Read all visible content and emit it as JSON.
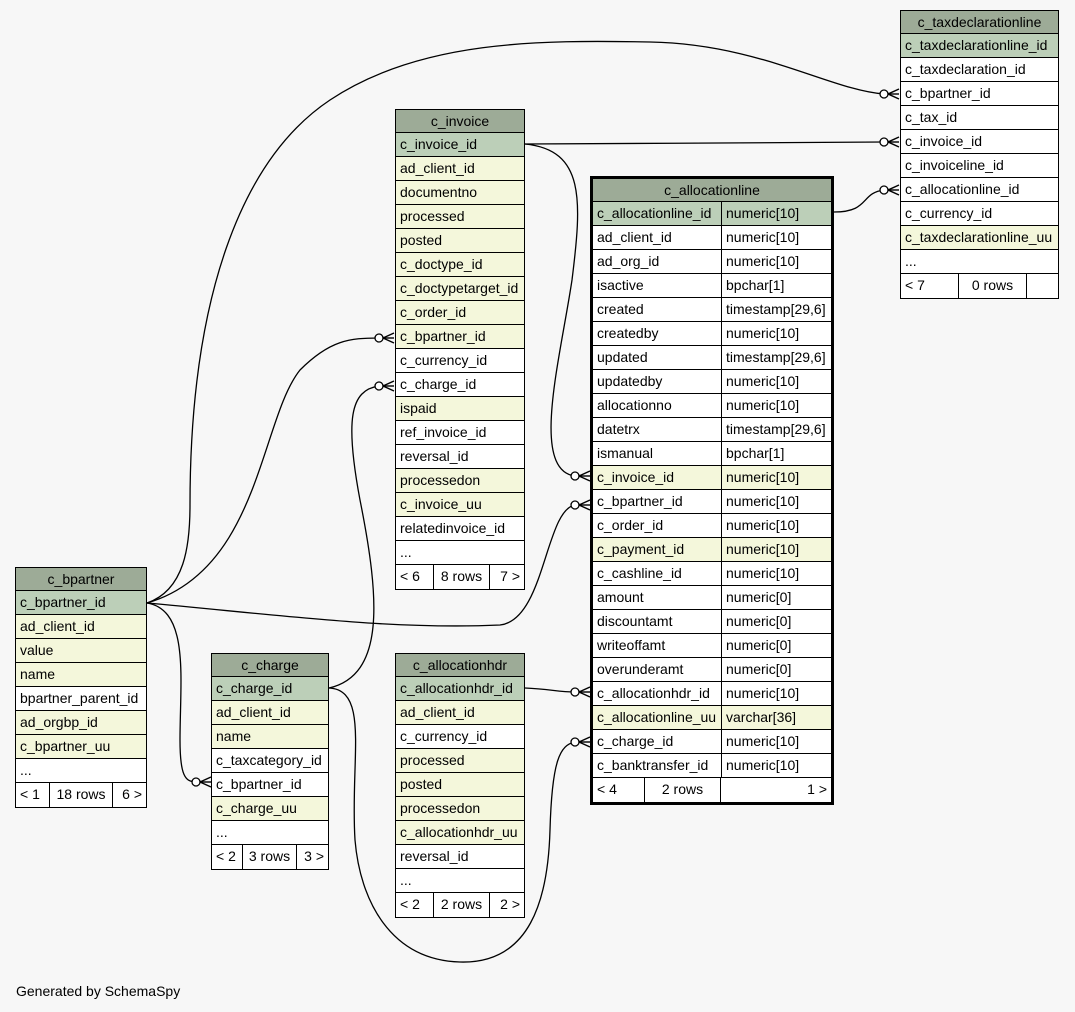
{
  "credit": "Generated by SchemaSpy",
  "tables": [
    {
      "key": "c_taxdeclarationline",
      "name": "c_taxdeclarationline",
      "columns": [
        {
          "name": "c_taxdeclarationline_id",
          "kind": "pk"
        },
        {
          "name": "c_taxdeclaration_id",
          "kind": "plain"
        },
        {
          "name": "c_bpartner_id",
          "kind": "plain"
        },
        {
          "name": "c_tax_id",
          "kind": "plain"
        },
        {
          "name": "c_invoice_id",
          "kind": "plain"
        },
        {
          "name": "c_invoiceline_id",
          "kind": "plain"
        },
        {
          "name": "c_allocationline_id",
          "kind": "plain"
        },
        {
          "name": "c_currency_id",
          "kind": "plain"
        },
        {
          "name": "c_taxdeclarationline_uu",
          "kind": "fk"
        },
        {
          "name": "...",
          "kind": "plain"
        }
      ],
      "footer": [
        "< 7",
        "0 rows",
        ""
      ]
    },
    {
      "key": "c_invoice",
      "name": "c_invoice",
      "columns": [
        {
          "name": "c_invoice_id",
          "kind": "pk"
        },
        {
          "name": "ad_client_id",
          "kind": "fk"
        },
        {
          "name": "documentno",
          "kind": "fk"
        },
        {
          "name": "processed",
          "kind": "fk"
        },
        {
          "name": "posted",
          "kind": "fk"
        },
        {
          "name": "c_doctype_id",
          "kind": "fk"
        },
        {
          "name": "c_doctypetarget_id",
          "kind": "fk"
        },
        {
          "name": "c_order_id",
          "kind": "fk"
        },
        {
          "name": "c_bpartner_id",
          "kind": "fk"
        },
        {
          "name": "c_currency_id",
          "kind": "plain"
        },
        {
          "name": "c_charge_id",
          "kind": "plain"
        },
        {
          "name": "ispaid",
          "kind": "fk"
        },
        {
          "name": "ref_invoice_id",
          "kind": "plain"
        },
        {
          "name": "reversal_id",
          "kind": "plain"
        },
        {
          "name": "processedon",
          "kind": "fk"
        },
        {
          "name": "c_invoice_uu",
          "kind": "fk"
        },
        {
          "name": "relatedinvoice_id",
          "kind": "plain"
        },
        {
          "name": "...",
          "kind": "plain"
        }
      ],
      "footer": [
        "< 6",
        "8 rows",
        "7 >"
      ]
    },
    {
      "key": "c_allocationline",
      "name": "c_allocationline",
      "columns": [
        {
          "name": "c_allocationline_id",
          "type": "numeric[10]",
          "kind": "pk"
        },
        {
          "name": "ad_client_id",
          "type": "numeric[10]",
          "kind": "plain"
        },
        {
          "name": "ad_org_id",
          "type": "numeric[10]",
          "kind": "plain"
        },
        {
          "name": "isactive",
          "type": "bpchar[1]",
          "kind": "plain"
        },
        {
          "name": "created",
          "type": "timestamp[29,6]",
          "kind": "plain"
        },
        {
          "name": "createdby",
          "type": "numeric[10]",
          "kind": "plain"
        },
        {
          "name": "updated",
          "type": "timestamp[29,6]",
          "kind": "plain"
        },
        {
          "name": "updatedby",
          "type": "numeric[10]",
          "kind": "plain"
        },
        {
          "name": "allocationno",
          "type": "numeric[10]",
          "kind": "plain"
        },
        {
          "name": "datetrx",
          "type": "timestamp[29,6]",
          "kind": "plain"
        },
        {
          "name": "ismanual",
          "type": "bpchar[1]",
          "kind": "plain"
        },
        {
          "name": "c_invoice_id",
          "type": "numeric[10]",
          "kind": "fk"
        },
        {
          "name": "c_bpartner_id",
          "type": "numeric[10]",
          "kind": "plain"
        },
        {
          "name": "c_order_id",
          "type": "numeric[10]",
          "kind": "plain"
        },
        {
          "name": "c_payment_id",
          "type": "numeric[10]",
          "kind": "fk"
        },
        {
          "name": "c_cashline_id",
          "type": "numeric[10]",
          "kind": "plain"
        },
        {
          "name": "amount",
          "type": "numeric[0]",
          "kind": "plain"
        },
        {
          "name": "discountamt",
          "type": "numeric[0]",
          "kind": "plain"
        },
        {
          "name": "writeoffamt",
          "type": "numeric[0]",
          "kind": "plain"
        },
        {
          "name": "overunderamt",
          "type": "numeric[0]",
          "kind": "plain"
        },
        {
          "name": "c_allocationhdr_id",
          "type": "numeric[10]",
          "kind": "plain"
        },
        {
          "name": "c_allocationline_uu",
          "type": "varchar[36]",
          "kind": "fk"
        },
        {
          "name": "c_charge_id",
          "type": "numeric[10]",
          "kind": "plain"
        },
        {
          "name": "c_banktransfer_id",
          "type": "numeric[10]",
          "kind": "plain"
        }
      ],
      "footer": [
        "< 4",
        "2 rows",
        "1 >"
      ]
    },
    {
      "key": "c_bpartner",
      "name": "c_bpartner",
      "columns": [
        {
          "name": "c_bpartner_id",
          "kind": "pk"
        },
        {
          "name": "ad_client_id",
          "kind": "fk"
        },
        {
          "name": "value",
          "kind": "fk"
        },
        {
          "name": "name",
          "kind": "fk"
        },
        {
          "name": "bpartner_parent_id",
          "kind": "plain"
        },
        {
          "name": "ad_orgbp_id",
          "kind": "fk"
        },
        {
          "name": "c_bpartner_uu",
          "kind": "fk"
        },
        {
          "name": "...",
          "kind": "plain"
        }
      ],
      "footer": [
        "< 1",
        "18 rows",
        "6 >"
      ]
    },
    {
      "key": "c_charge",
      "name": "c_charge",
      "columns": [
        {
          "name": "c_charge_id",
          "kind": "pk"
        },
        {
          "name": "ad_client_id",
          "kind": "fk"
        },
        {
          "name": "name",
          "kind": "fk"
        },
        {
          "name": "c_taxcategory_id",
          "kind": "plain"
        },
        {
          "name": "c_bpartner_id",
          "kind": "plain"
        },
        {
          "name": "c_charge_uu",
          "kind": "fk"
        },
        {
          "name": "...",
          "kind": "plain"
        }
      ],
      "footer": [
        "< 2",
        "3 rows",
        "3 >"
      ]
    },
    {
      "key": "c_allocationhdr",
      "name": "c_allocationhdr",
      "columns": [
        {
          "name": "c_allocationhdr_id",
          "kind": "pk"
        },
        {
          "name": "ad_client_id",
          "kind": "fk"
        },
        {
          "name": "c_currency_id",
          "kind": "plain"
        },
        {
          "name": "processed",
          "kind": "fk"
        },
        {
          "name": "posted",
          "kind": "fk"
        },
        {
          "name": "processedon",
          "kind": "fk"
        },
        {
          "name": "c_allocationhdr_uu",
          "kind": "fk"
        },
        {
          "name": "reversal_id",
          "kind": "plain"
        },
        {
          "name": "...",
          "kind": "plain"
        }
      ],
      "footer": [
        "< 2",
        "2 rows",
        "2 >"
      ]
    }
  ]
}
